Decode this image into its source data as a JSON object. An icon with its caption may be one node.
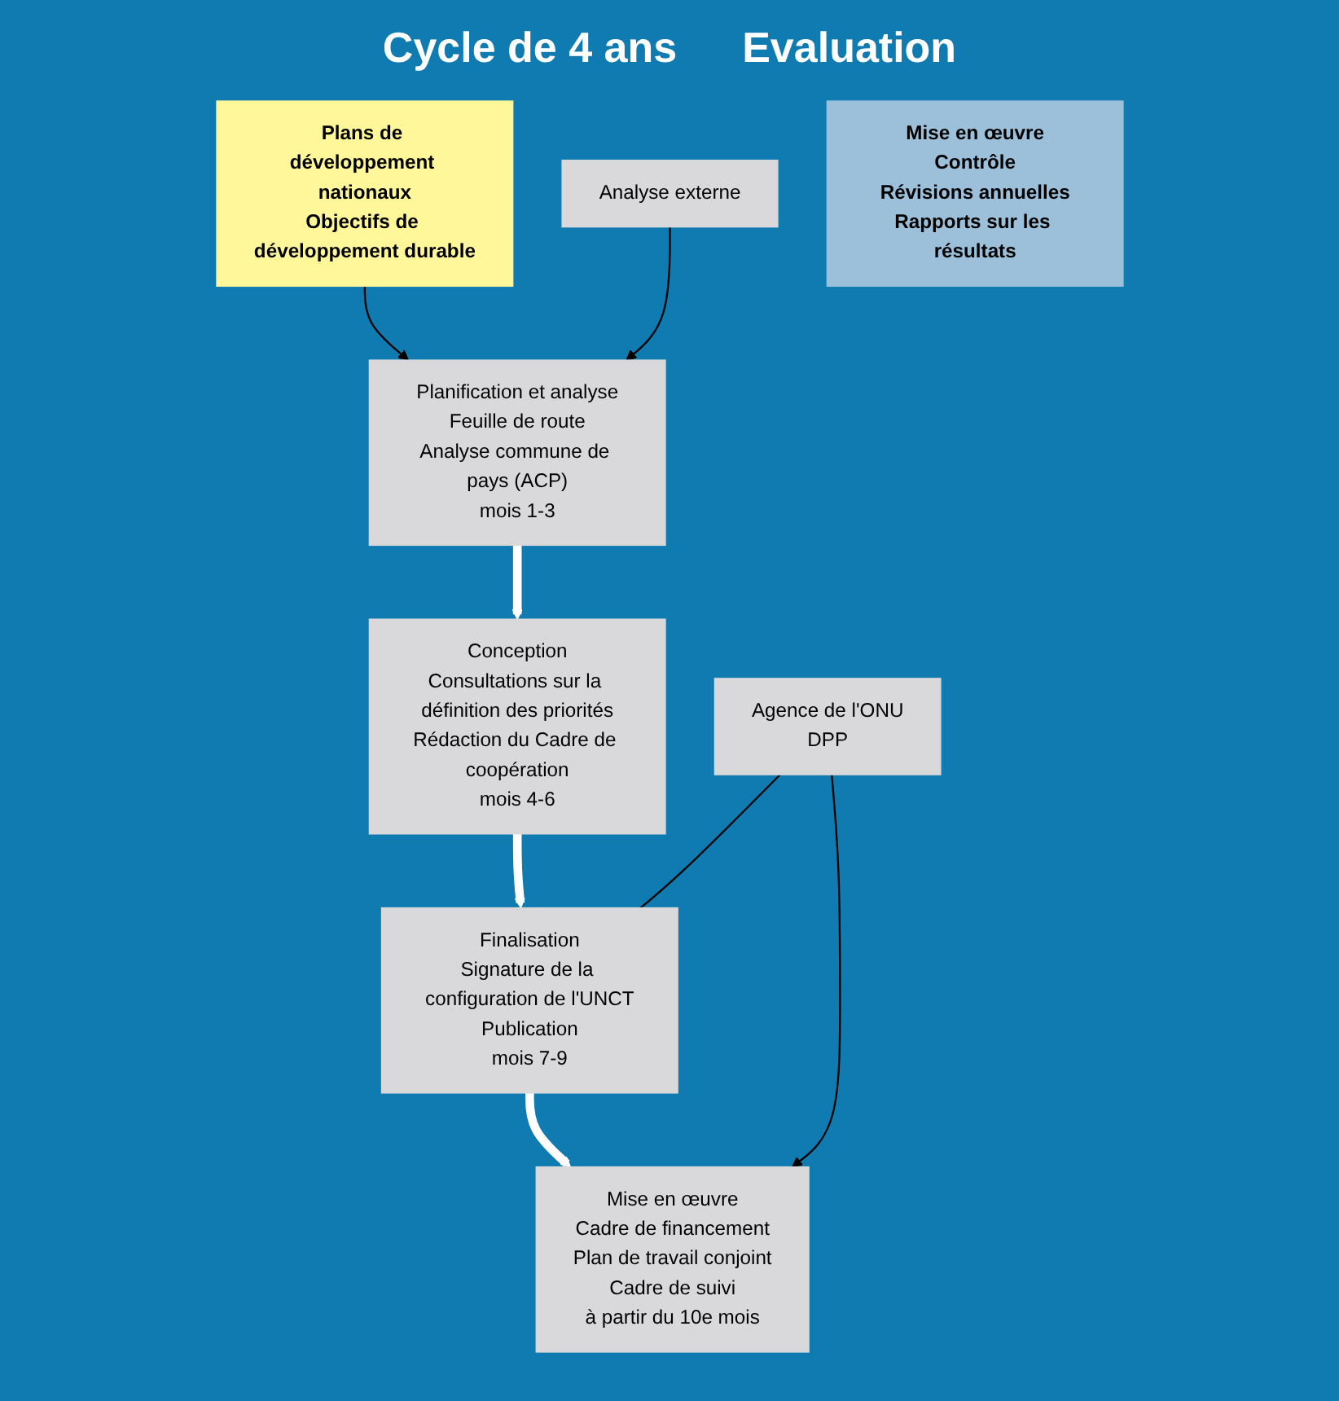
{
  "diagram": {
    "nodes": [
      {
        "text": [
          "Plans de développement nationaux",
          "Objectifs de développement durable"
        ]
      },
      {
        "text": [
          "Planification et analyse",
          "Feuille de route",
          "Analyse commune de pays (ACP)",
          "mois 1-3"
        ]
      },
      {
        "text": [
          "Conception",
          "Consultations sur la définition des priorités",
          "Rédaction du Cadre de coopération",
          "mois 4-6"
        ]
      },
      {
        "text": [
          "Finalisation",
          "Signature de la configuration de l'UNCT",
          "Publication",
          "mois 7-9"
        ]
      },
      {
        "text": [
          "Agence de l'ONU",
          "DPP"
        ]
      },
      {
        "text": [
          "Mise en œuvre",
          "Cadre de financement",
          "Plan de travail conjoint",
          "Cadre de suivi",
          "à partir du 10e mois"
        ]
      },
      {
        "text": [
          "Analyse externe"
        ]
      },
      {
        "text": [
          "Mise en œuvre",
          "Contrôle",
          "Révisions annuelles",
          "Rapports sur les résultats"
        ]
      }
    ],
    "edges": [
      {
        "from": 0,
        "to": 1,
        "arrow": "to"
      },
      {
        "from": 1,
        "to": 2,
        "arrow": "to",
        "style": "thick",
        "color": "#ffffff"
      },
      {
        "from": 2,
        "to": 3,
        "arrow": "to",
        "style": "thick",
        "color": "#ffffff"
      },
      {
        "from": 3,
        "to": 5,
        "arrow": "to",
        "style": "thick",
        "color": "#ffffff"
      },
      {
        "from": 4,
        "to": 3,
        "arrow": "none"
      },
      {
        "from": 4,
        "to": 5,
        "arrow": "to"
      },
      {
        "from": 6,
        "to": 1,
        "arrow": "to"
      }
    ],
    "labels": [
      "Cycle de 4 ans",
      "Evaluation"
    ]
  }
}
